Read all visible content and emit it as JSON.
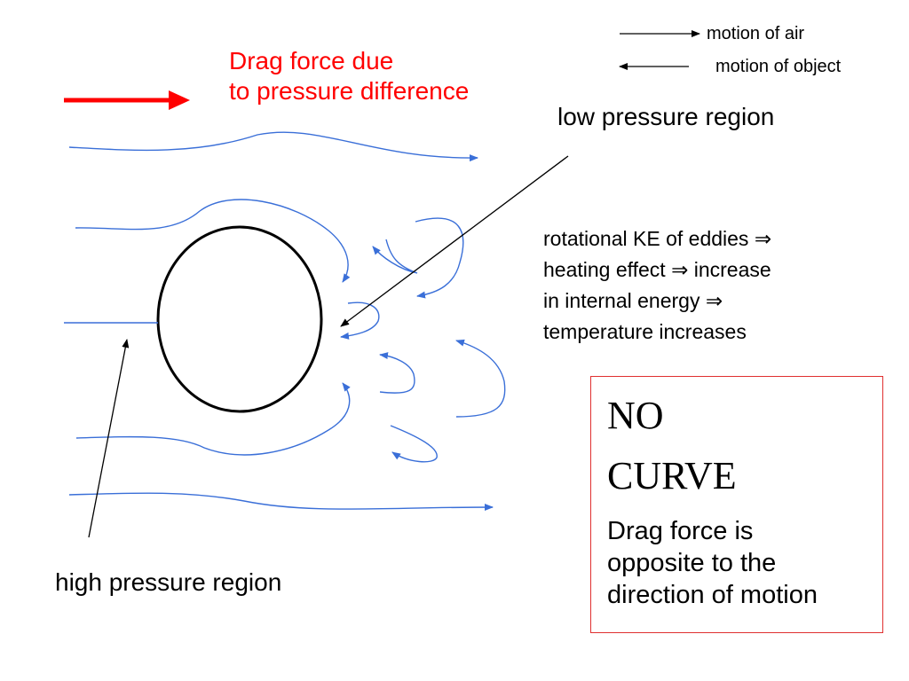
{
  "legend": {
    "air_label": "motion of air",
    "object_label": "motion of object"
  },
  "drag_label": {
    "line1": "Drag force due",
    "line2": "to pressure difference"
  },
  "low_pressure_label": "low pressure region",
  "high_pressure_label": "high pressure region",
  "eddy_note": {
    "line1": "rotational KE of eddies ⇒",
    "line2": "heating effect ⇒ increase",
    "line3": "in internal energy ⇒",
    "line4": "temperature increases"
  },
  "note_box": {
    "title_line1": "NO",
    "title_line2": "CURVE",
    "body_line1": "Drag force is",
    "body_line2": "opposite to the",
    "body_line3": "direction of motion"
  },
  "colors": {
    "streamline": "#3a6fd8",
    "drag_arrow": "#ff0000",
    "box_border": "#e03030"
  }
}
